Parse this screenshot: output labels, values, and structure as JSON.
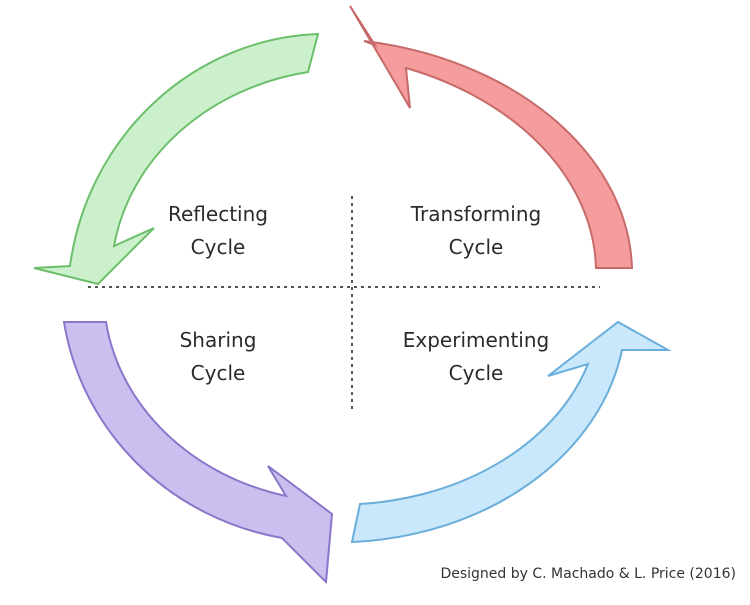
{
  "cycles": {
    "reflecting": {
      "line1": "Reflecting",
      "line2": "Cycle",
      "fill": "#ccf0cc",
      "stroke": "#6bbf6b"
    },
    "transforming": {
      "line1": "Transforming",
      "line2": "Cycle",
      "fill": "#f59d9d",
      "stroke": "#c76a6a"
    },
    "sharing": {
      "line1": "Sharing",
      "line2": "Cycle",
      "fill": "#cbbfef",
      "stroke": "#8a75c9"
    },
    "experimenting": {
      "line1": "Experimenting",
      "line2": "Cycle",
      "fill": "#c9e8fb",
      "stroke": "#6aaedb"
    }
  },
  "credit": "Designed by C. Machado & L. Price (2016)",
  "divider_color": "#555555"
}
